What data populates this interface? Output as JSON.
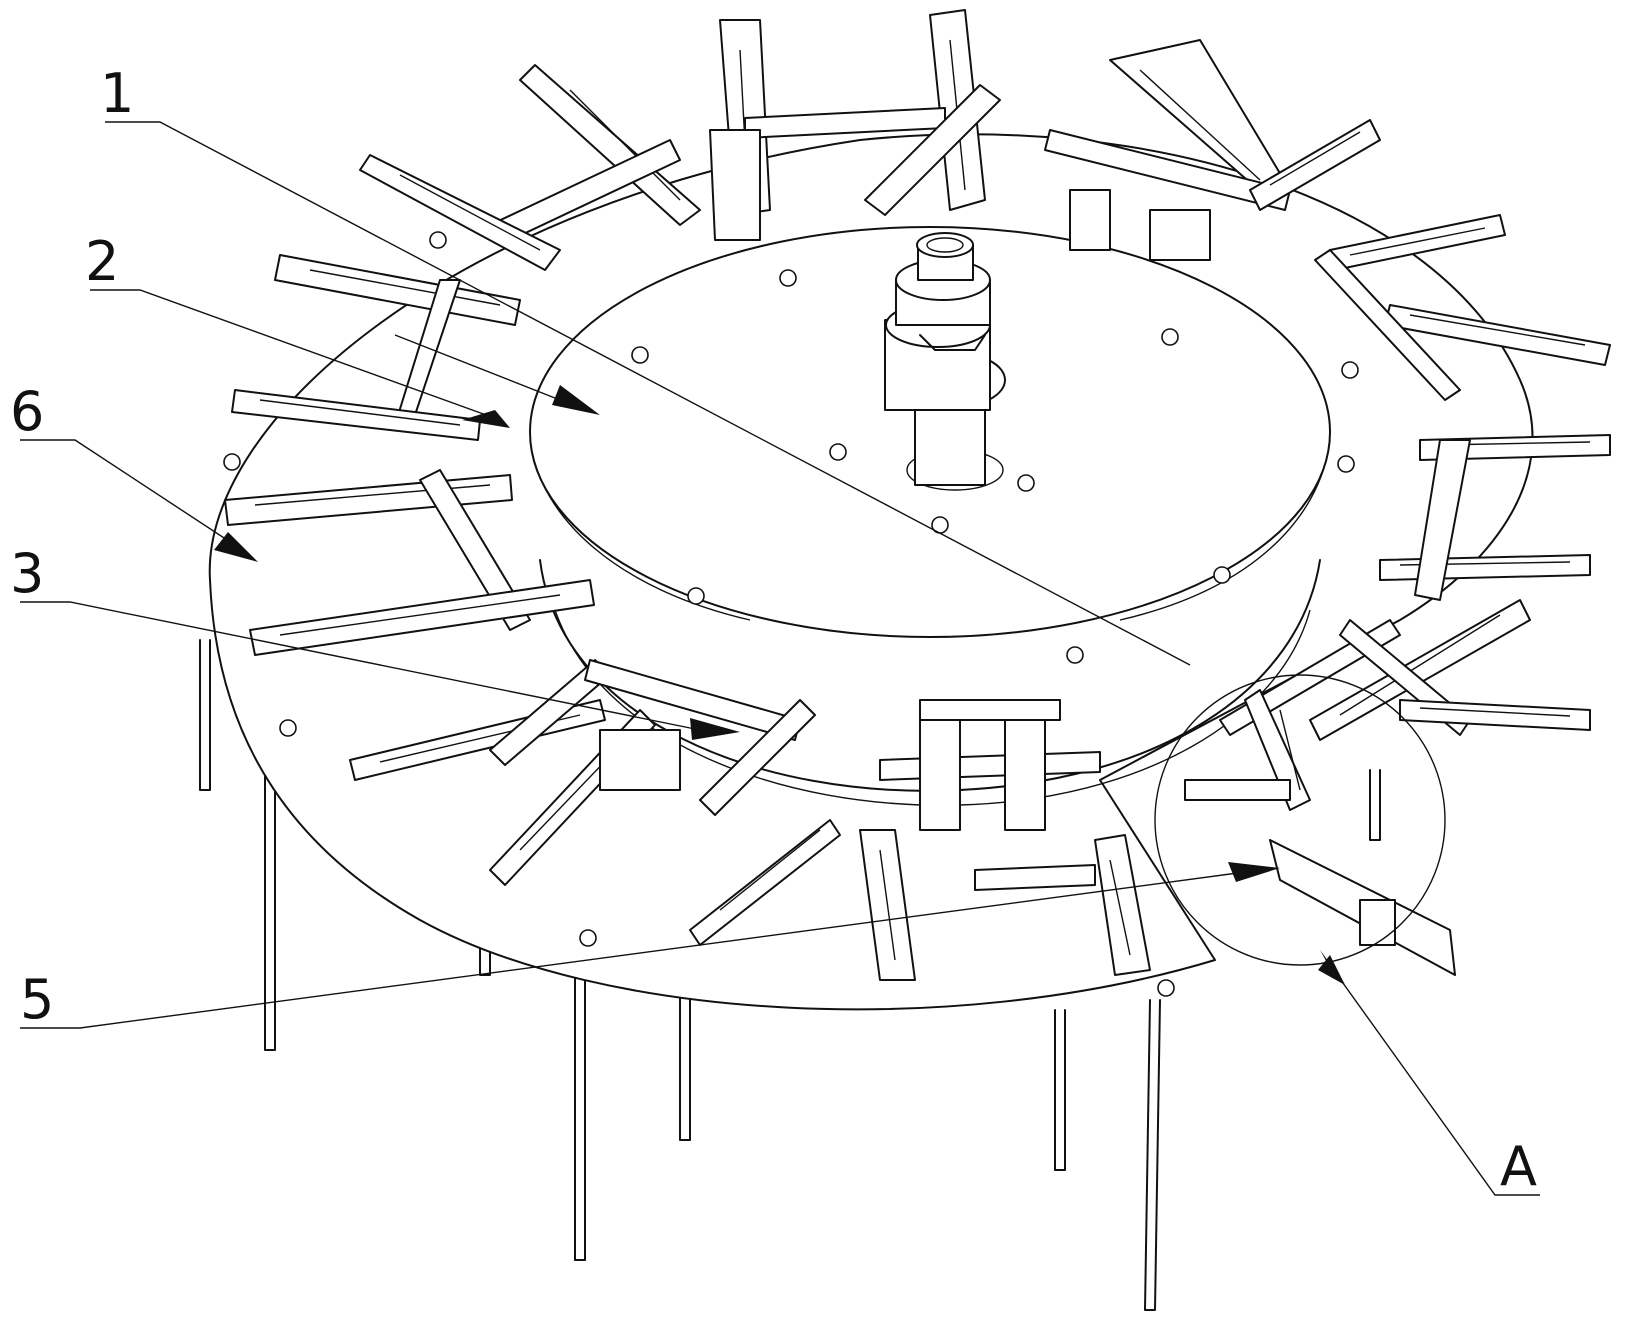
{
  "figure": {
    "callouts": [
      {
        "id": "1",
        "text": "1"
      },
      {
        "id": "2",
        "text": "2"
      },
      {
        "id": "6",
        "text": "6"
      },
      {
        "id": "3",
        "text": "3"
      },
      {
        "id": "5",
        "text": "5"
      },
      {
        "id": "A",
        "text": "A"
      }
    ]
  }
}
